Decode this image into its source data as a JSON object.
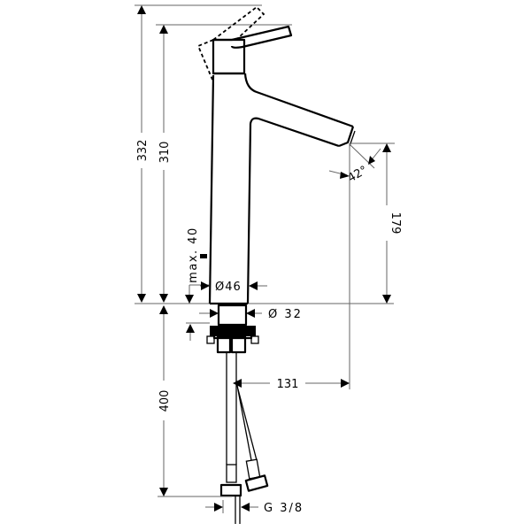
{
  "drawing": {
    "subject": "Basin mixer faucet technical dimension drawing",
    "units": "mm",
    "dimensions": {
      "total_height": "332",
      "handle_height": "310",
      "spout_height": "179",
      "spout_reach": "131",
      "spout_angle": "42°",
      "body_diameter": "Ø46",
      "shank_diameter": "Ø 32",
      "max_counter_thickness": "max. 40",
      "hose_length": "400",
      "thread": "G 3/8"
    }
  }
}
